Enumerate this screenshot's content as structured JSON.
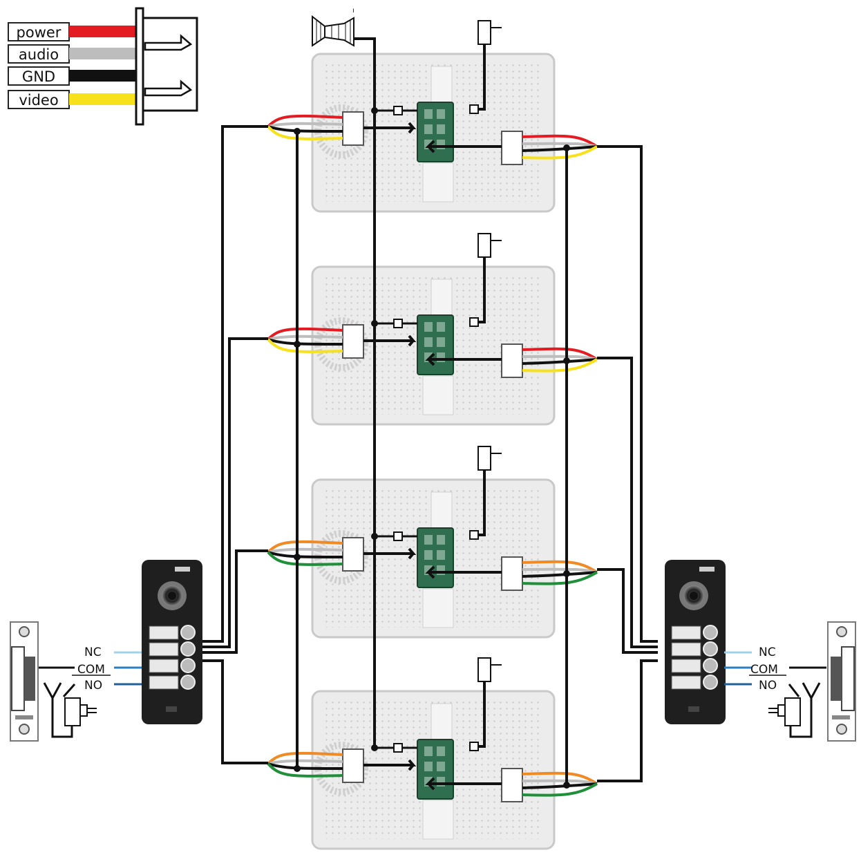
{
  "legend": {
    "items": [
      {
        "label": "power",
        "color": "#e31c23"
      },
      {
        "label": "audio",
        "color": "#bdbdbd"
      },
      {
        "label": "GND",
        "color": "#111111"
      },
      {
        "label": "video",
        "color": "#f7e11a"
      }
    ]
  },
  "relay": {
    "nc_label": "NC",
    "com_label": "COM",
    "no_label": "NO"
  },
  "colors": {
    "wire": "#111111",
    "pair_a_top": "#e31c23",
    "pair_a_bottom": "#f7e11a",
    "pair_b_top": "#f08a24",
    "pair_b_bottom": "#1f8f3a",
    "nc_wire": "#9fd3ea",
    "com_wire": "#2a7fc0",
    "no_wire": "#1f5f9a",
    "monitor_body": "#ececec",
    "board": "#2f6e4e",
    "door_station": "#1f1f1f"
  }
}
